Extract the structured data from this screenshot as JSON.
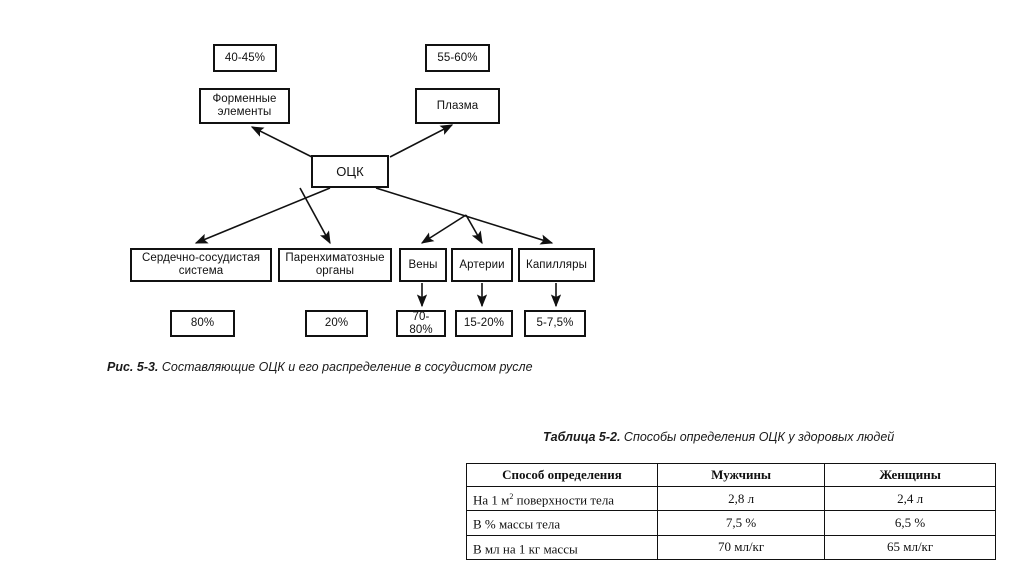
{
  "figure": {
    "caption_prefix": "Рис. 5-3.",
    "caption_text": " Составляющие ОЦК и его распределение в сосудистом русле",
    "nodes": {
      "pct_formed": "40-45%",
      "pct_plasma": "55-60%",
      "formed_elements": "Форменные элементы",
      "plasma": "Плазма",
      "root": "ОЦК",
      "cardiovascular": "Сердечно-сосудистая система",
      "parenchymal": "Паренхиматозные органы",
      "veins": "Вены",
      "arteries": "Артерии",
      "capillaries": "Капилляры",
      "pct_cardiovascular": "80%",
      "pct_parenchymal": "20%",
      "pct_veins": "70-80%",
      "pct_arteries": "15-20%",
      "pct_capillaries": "5-7,5%"
    }
  },
  "table": {
    "caption_prefix": "Таблица 5-2.",
    "caption_text": " Способы определения ОЦК у здоровых людей",
    "headers": [
      "Способ определения",
      "Мужчины",
      "Женщины"
    ],
    "rows": [
      {
        "method_pre": "На 1 м",
        "method_sup": "2",
        "method_post": " поверхности тела",
        "men": "2,8 л",
        "women": "2,4 л"
      },
      {
        "method_pre": "В % массы тела",
        "method_sup": "",
        "method_post": "",
        "men": "7,5 %",
        "women": "6,5 %"
      },
      {
        "method_pre": "В мл на 1 кг массы",
        "method_sup": "",
        "method_post": "",
        "men": "70 мл/кг",
        "women": "65 мл/кг"
      }
    ]
  },
  "colors": {
    "ink": "#111111",
    "background": "#ffffff"
  }
}
